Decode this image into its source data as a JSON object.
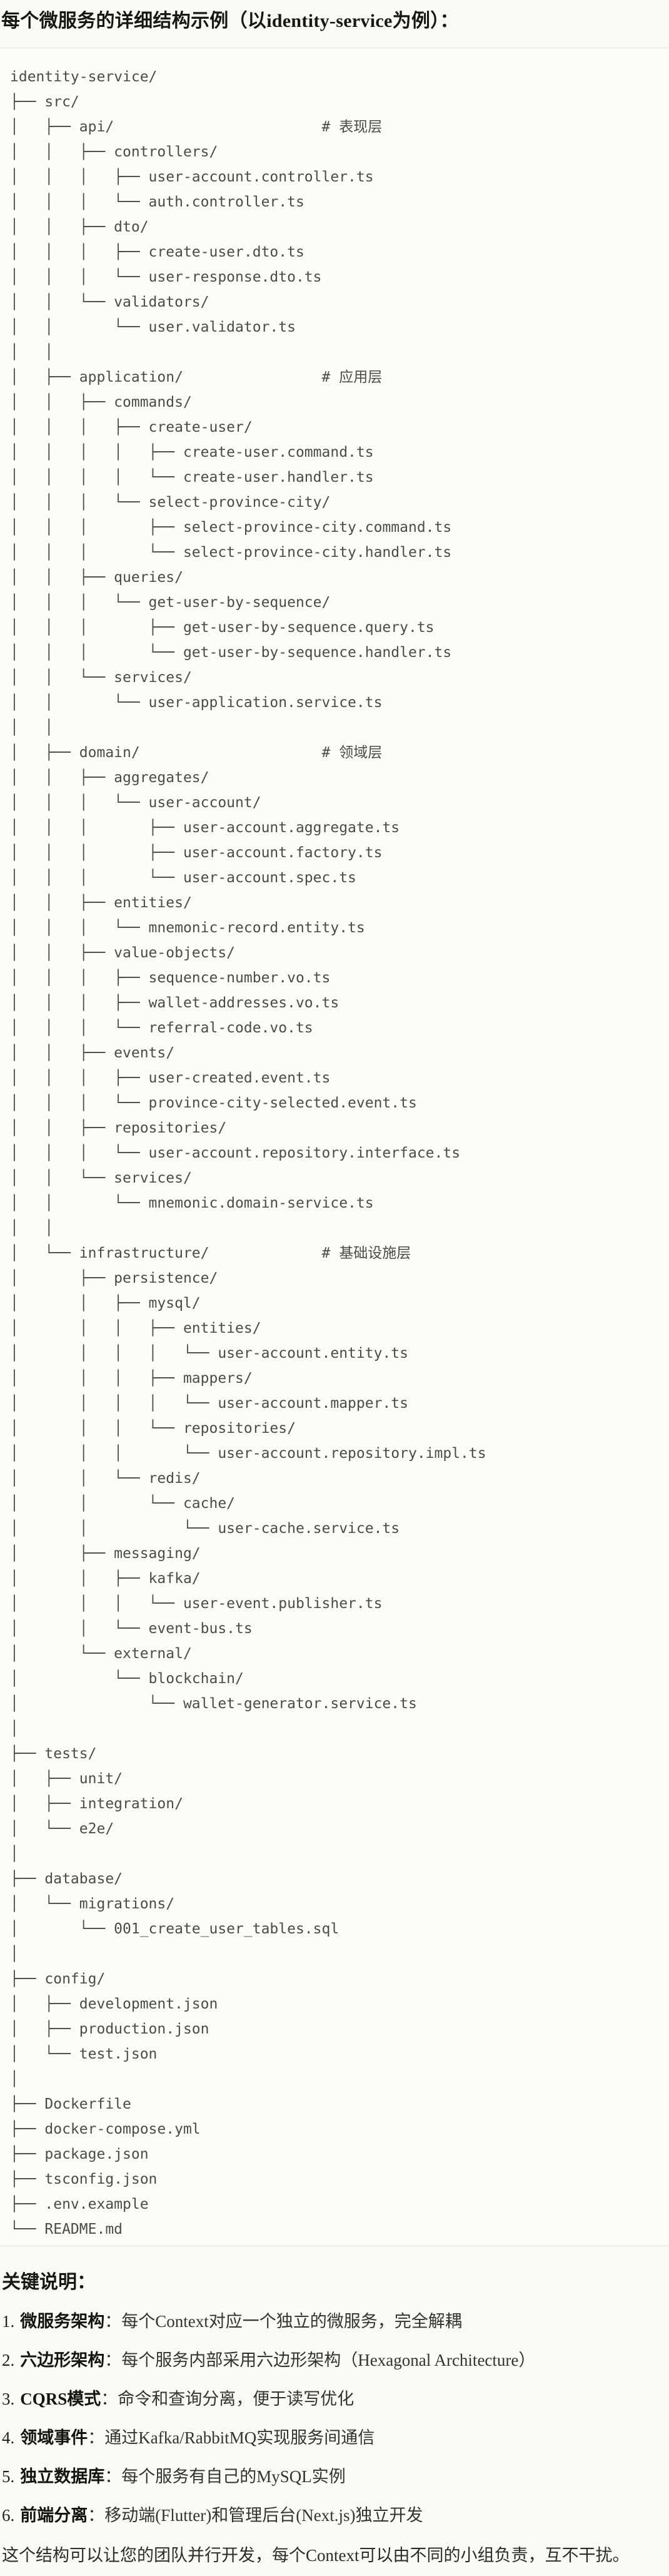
{
  "header": {
    "title": "每个微服务的详细结构示例（以identity-service为例）："
  },
  "code": {
    "tree_lines": [
      "identity-service/",
      "├── src/",
      "│   ├── api/                        # 表现层",
      "│   │   ├── controllers/",
      "│   │   │   ├── user-account.controller.ts",
      "│   │   │   └── auth.controller.ts",
      "│   │   ├── dto/",
      "│   │   │   ├── create-user.dto.ts",
      "│   │   │   └── user-response.dto.ts",
      "│   │   └── validators/",
      "│   │       └── user.validator.ts",
      "│   │",
      "│   ├── application/                # 应用层",
      "│   │   ├── commands/",
      "│   │   │   ├── create-user/",
      "│   │   │   │   ├── create-user.command.ts",
      "│   │   │   │   └── create-user.handler.ts",
      "│   │   │   └── select-province-city/",
      "│   │   │       ├── select-province-city.command.ts",
      "│   │   │       └── select-province-city.handler.ts",
      "│   │   ├── queries/",
      "│   │   │   └── get-user-by-sequence/",
      "│   │   │       ├── get-user-by-sequence.query.ts",
      "│   │   │       └── get-user-by-sequence.handler.ts",
      "│   │   └── services/",
      "│   │       └── user-application.service.ts",
      "│   │",
      "│   ├── domain/                     # 领域层",
      "│   │   ├── aggregates/",
      "│   │   │   └── user-account/",
      "│   │   │       ├── user-account.aggregate.ts",
      "│   │   │       ├── user-account.factory.ts",
      "│   │   │       └── user-account.spec.ts",
      "│   │   ├── entities/",
      "│   │   │   └── mnemonic-record.entity.ts",
      "│   │   ├── value-objects/",
      "│   │   │   ├── sequence-number.vo.ts",
      "│   │   │   ├── wallet-addresses.vo.ts",
      "│   │   │   └── referral-code.vo.ts",
      "│   │   ├── events/",
      "│   │   │   ├── user-created.event.ts",
      "│   │   │   └── province-city-selected.event.ts",
      "│   │   ├── repositories/",
      "│   │   │   └── user-account.repository.interface.ts",
      "│   │   └── services/",
      "│   │       └── mnemonic.domain-service.ts",
      "│   │",
      "│   └── infrastructure/             # 基础设施层",
      "│       ├── persistence/",
      "│       │   ├── mysql/",
      "│       │   │   ├── entities/",
      "│       │   │   │   └── user-account.entity.ts",
      "│       │   │   ├── mappers/",
      "│       │   │   │   └── user-account.mapper.ts",
      "│       │   │   └── repositories/",
      "│       │   │       └── user-account.repository.impl.ts",
      "│       │   └── redis/",
      "│       │       └── cache/",
      "│       │           └── user-cache.service.ts",
      "│       ├── messaging/",
      "│       │   ├── kafka/",
      "│       │   │   └── user-event.publisher.ts",
      "│       │   └── event-bus.ts",
      "│       └── external/",
      "│           └── blockchain/",
      "│               └── wallet-generator.service.ts",
      "│",
      "├── tests/",
      "│   ├── unit/",
      "│   ├── integration/",
      "│   └── e2e/",
      "│",
      "├── database/",
      "│   └── migrations/",
      "│       └── 001_create_user_tables.sql",
      "│",
      "├── config/",
      "│   ├── development.json",
      "│   ├── production.json",
      "│   └── test.json",
      "│",
      "├── Dockerfile",
      "├── docker-compose.yml",
      "├── package.json",
      "├── tsconfig.json",
      "├── .env.example",
      "└── README.md"
    ]
  },
  "notes": {
    "heading": "关键说明：",
    "separator": "：",
    "items": [
      {
        "num": "1.",
        "term": "微服务架构",
        "desc": "每个Context对应一个独立的微服务，完全解耦"
      },
      {
        "num": "2.",
        "term": "六边形架构",
        "desc": "每个服务内部采用六边形架构（Hexagonal Architecture）"
      },
      {
        "num": "3.",
        "term": "CQRS模式",
        "desc": "命令和查询分离，便于读写优化"
      },
      {
        "num": "4.",
        "term": "领域事件",
        "desc": "通过Kafka/RabbitMQ实现服务间通信"
      },
      {
        "num": "5.",
        "term": "独立数据库",
        "desc": "每个服务有自己的MySQL实例"
      },
      {
        "num": "6.",
        "term": "前端分离",
        "desc": "移动端(Flutter)和管理后台(Next.js)独立开发"
      }
    ],
    "closing": "这个结构可以让您的团队并行开发，每个Context可以由不同的小组负责，互不干扰。"
  }
}
